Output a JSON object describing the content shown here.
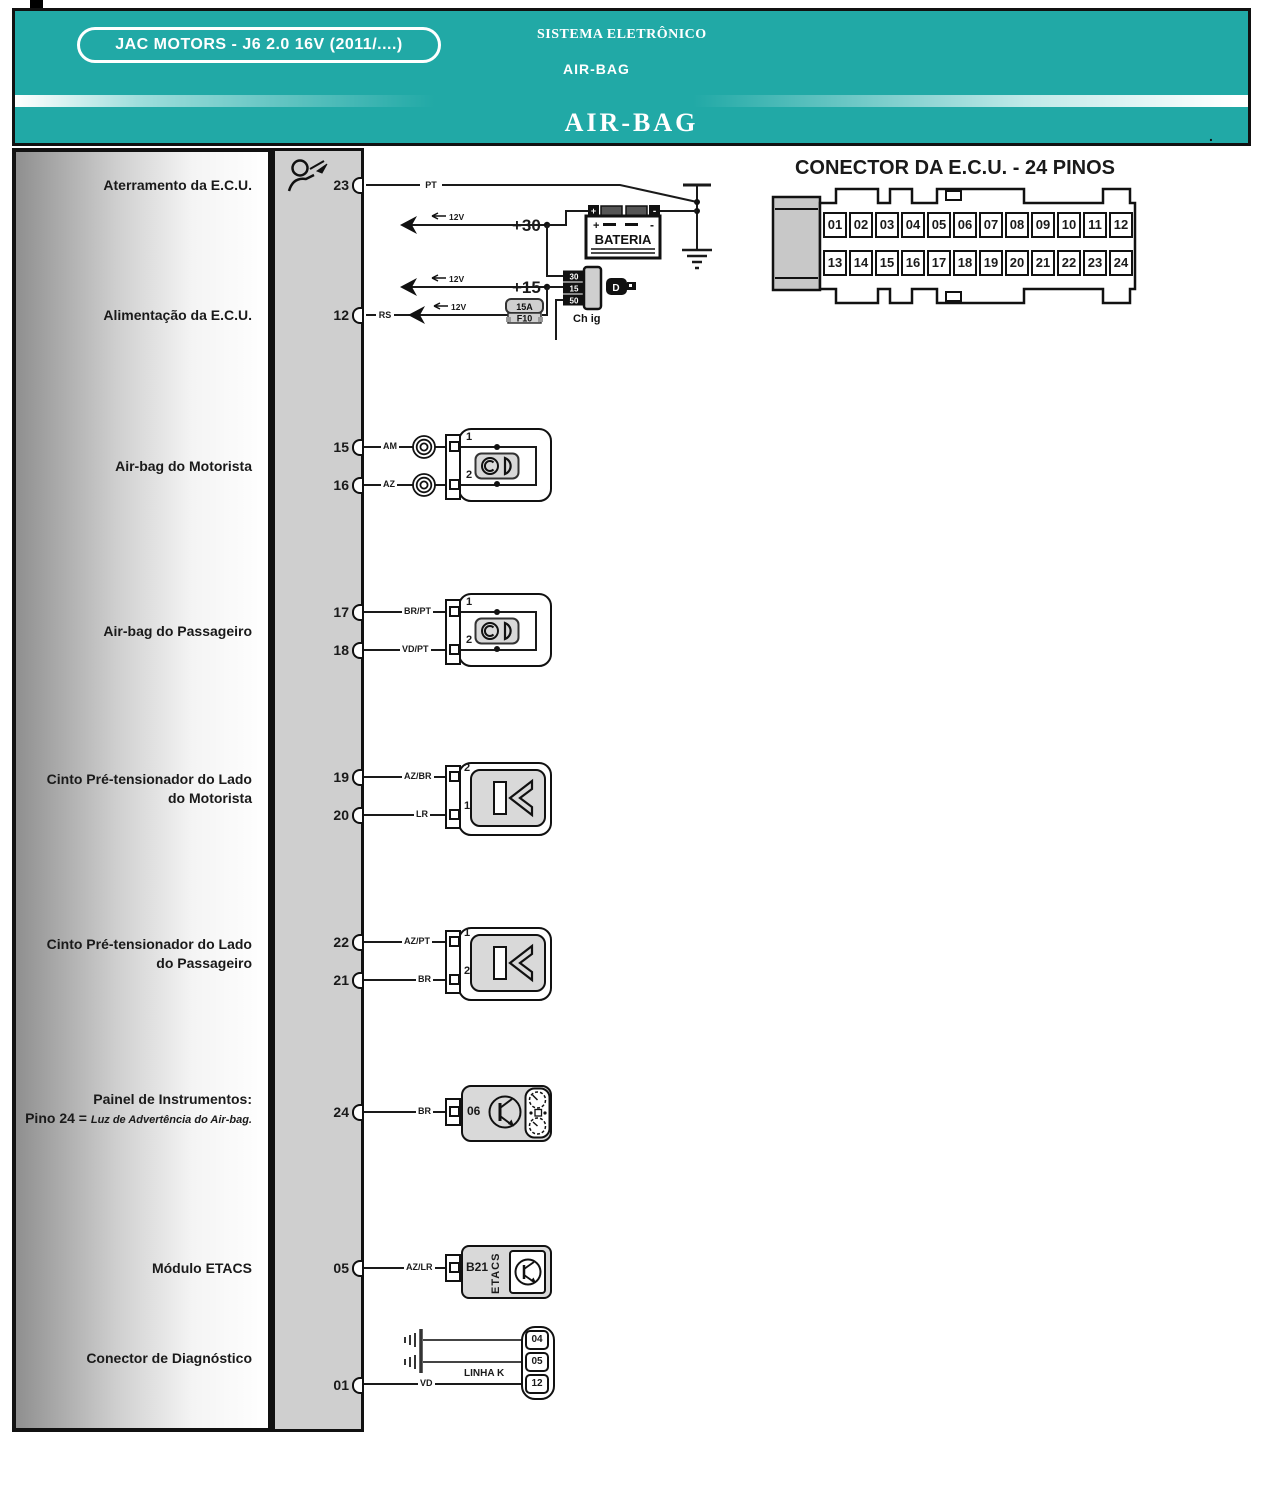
{
  "header": {
    "model_badge": "JAC MOTORS - J6 2.0 16V (2011/....)",
    "system_line1": "SISTEMA ELETRÔNICO",
    "system_line2": "AIR-BAG",
    "banner_title": "AIR-BAG",
    "teal_color": "#21a9a6",
    "stray_dot": "."
  },
  "sidebar": {
    "ecu_ground": "Aterramento da E.C.U.",
    "ecu_power": "Alimentação da E.C.U.",
    "driver_airbag": "Air-bag do Motorista",
    "passenger_airbag": "Air-bag do Passageiro",
    "driver_pret_l1": "Cinto Pré-tensionador do Lado",
    "driver_pret_l2": "do Motorista",
    "passenger_pret_l1": "Cinto Pré-tensionador do Lado",
    "passenger_pret_l2": "do Passageiro",
    "panel_l1": "Painel de Instrumentos:",
    "panel_l2_prefix": "Pino 24 = ",
    "panel_l2_italic": "Luz de Advertência do Air-bag.",
    "etacs": "Módulo ETACS",
    "diagnostic": "Conector de Diagnóstico"
  },
  "ecu": {
    "pins": {
      "ground": "23",
      "power": "12",
      "dab1": "15",
      "dab2": "16",
      "pab1": "17",
      "pab2": "18",
      "dpt1": "19",
      "dpt2": "20",
      "ppt1": "22",
      "ppt2": "21",
      "panel": "24",
      "etacs": "05",
      "diag": "01"
    }
  },
  "power": {
    "wire_ground": "PT",
    "wire_power": "RS",
    "v12": "12V",
    "plus30": "+30",
    "plus15": "+15",
    "battery": "BATERIA",
    "battery_plus": "+",
    "battery_minus": "-",
    "fuse_rating": "15A",
    "fuse_id": "F10",
    "ign_30": "30",
    "ign_15": "15",
    "ign_50": "50",
    "ign_label": "Ch ig",
    "key_letter": "D"
  },
  "driver_airbag": {
    "wire_top": "AM",
    "wire_bottom": "AZ",
    "conn_top": "1",
    "conn_bottom": "2"
  },
  "passenger_airbag": {
    "wire_top": "BR/PT",
    "wire_bottom": "VD/PT",
    "conn_top": "1",
    "conn_bottom": "2"
  },
  "driver_pretensioner": {
    "wire_top": "AZ/BR",
    "wire_bottom": "LR",
    "conn_top": "2",
    "conn_bottom": "1"
  },
  "passenger_pretensioner": {
    "wire_top": "AZ/PT",
    "wire_bottom": "BR",
    "conn_top": "1",
    "conn_bottom": "2"
  },
  "instrument_panel": {
    "wire": "BR",
    "conn": "06"
  },
  "etacs_module": {
    "wire": "AZ/LR",
    "conn": "B21",
    "name": "ETACS"
  },
  "diagnostic": {
    "wire": "VD",
    "line": "LINHA K",
    "pin_a": "04",
    "pin_b": "05",
    "pin_c": "12"
  },
  "ecu_connector": {
    "title": "CONECTOR DA E.C.U. - 24 PINOS",
    "row1": [
      "01",
      "02",
      "03",
      "04",
      "05",
      "06",
      "07",
      "08",
      "09",
      "10",
      "11",
      "12"
    ],
    "row2": [
      "13",
      "14",
      "15",
      "16",
      "17",
      "18",
      "19",
      "20",
      "21",
      "22",
      "23",
      "24"
    ]
  }
}
